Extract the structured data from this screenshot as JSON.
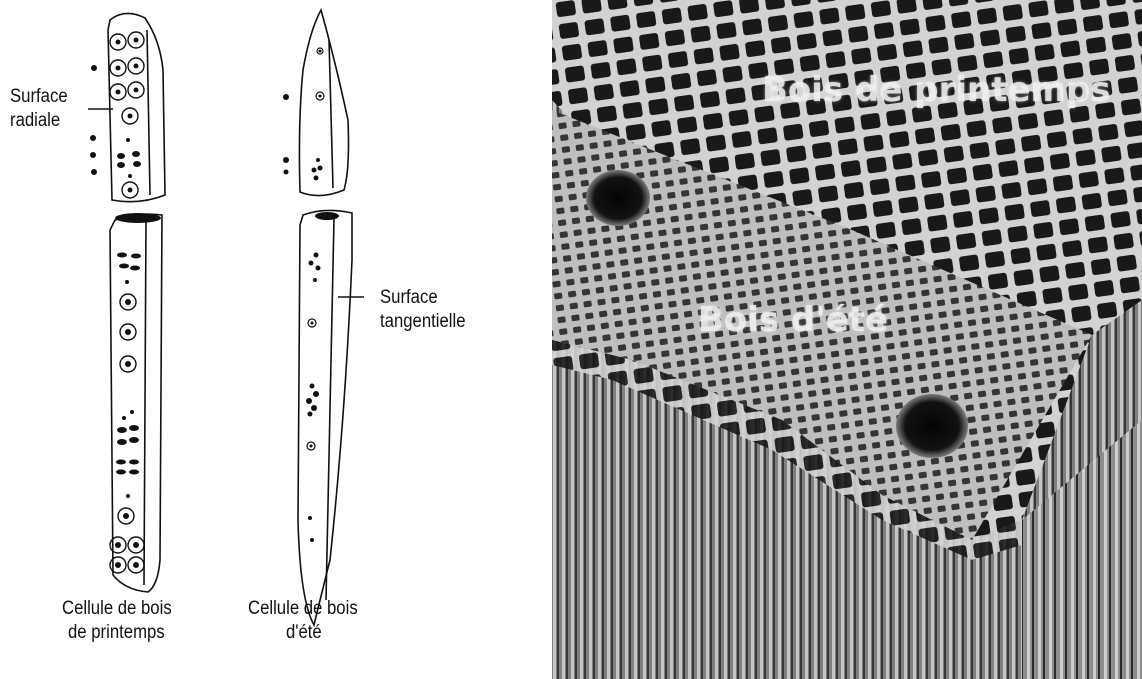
{
  "diagram": {
    "label_radial": "Surface\nradiale",
    "label_radial_line1": "Surface",
    "label_radial_line2": "radiale",
    "label_tangential_line1": "Surface",
    "label_tangential_line2": "tangentielle",
    "caption_spring_line1": "Cellule de bois",
    "caption_spring_line2": "de printemps",
    "caption_summer_line1": "Cellule de bois",
    "caption_summer_line2": "d'été"
  },
  "photo": {
    "label_springwood": "Bois de printemps",
    "label_summerwood": "Bois d'été"
  },
  "colors": {
    "ink": "#111111",
    "photo_dark": "#1e1e1e",
    "photo_light": "#d8d8d8"
  }
}
